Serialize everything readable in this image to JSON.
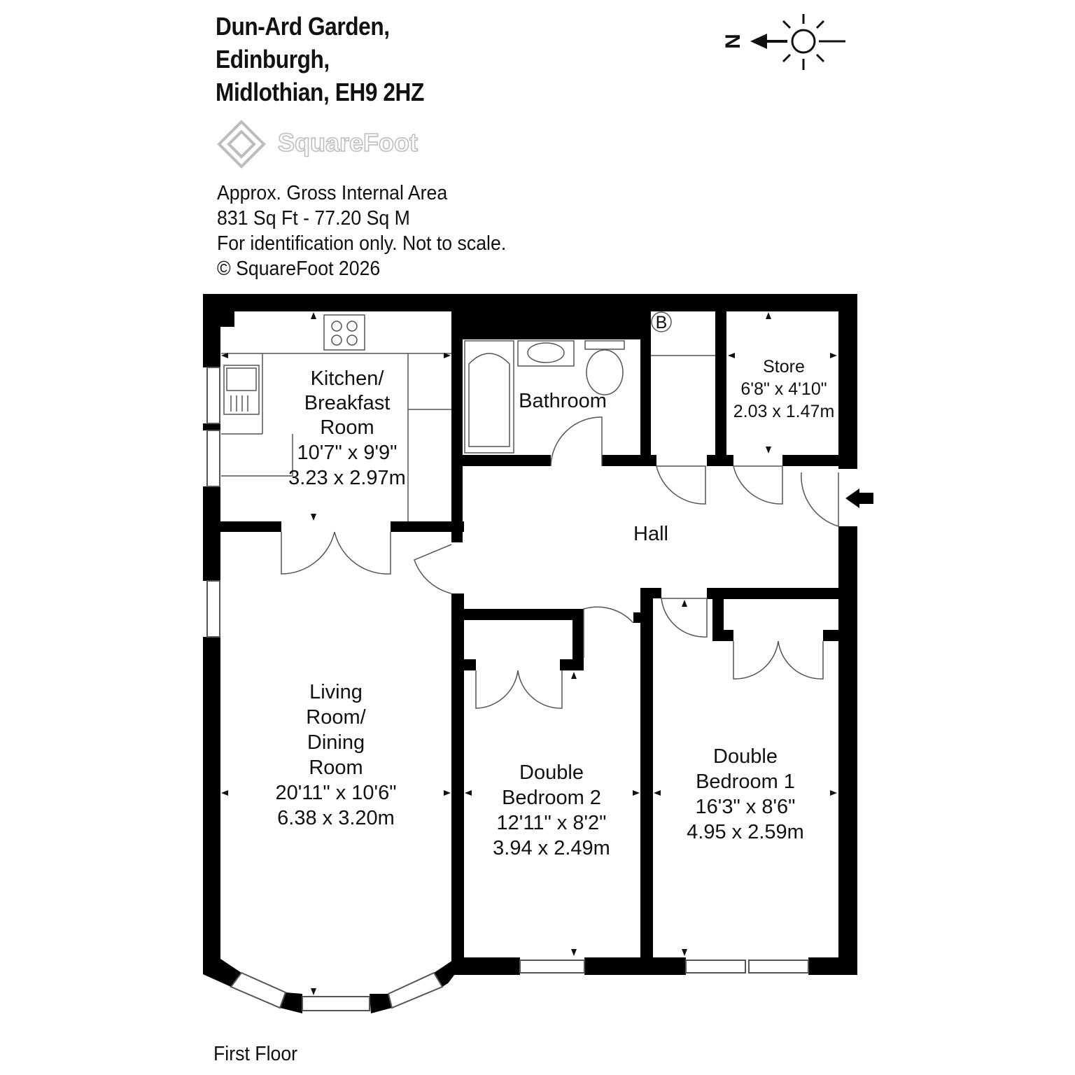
{
  "address": {
    "line1": "Dun-Ard Garden,",
    "line2": "Edinburgh,",
    "line3": "Midlothian, EH9 2HZ"
  },
  "logo": {
    "name": "SquareFoot"
  },
  "info": {
    "line1": "Approx. Gross Internal Area",
    "line2": "831 Sq Ft  -  77.20 Sq M",
    "line3": "For identification only. Not to scale.",
    "line4": "© SquareFoot 2026"
  },
  "compass": {
    "north_label": "N"
  },
  "rooms": {
    "kitchen": {
      "name1": "Kitchen/",
      "name2": "Breakfast",
      "name3": "Room",
      "imperial": "10'7\" x 9'9\"",
      "metric": "3.23 x 2.97m"
    },
    "bathroom": {
      "name1": "Bathroom"
    },
    "store": {
      "name1": "Store",
      "imperial": "6'8\" x 4'10\"",
      "metric": "2.03 x 1.47m"
    },
    "boiler": {
      "label": "B"
    },
    "hall": {
      "name1": "Hall"
    },
    "living": {
      "name1": "Living",
      "name2": "Room/",
      "name3": "Dining",
      "name4": "Room",
      "imperial": "20'11\" x 10'6\"",
      "metric": "6.38 x 3.20m"
    },
    "bedroom2": {
      "name1": "Double",
      "name2": "Bedroom 2",
      "imperial": "12'11\" x 8'2\"",
      "metric": "3.94 x 2.49m"
    },
    "bedroom1": {
      "name1": "Double",
      "name2": "Bedroom 1",
      "imperial": "16'3\" x 8'6\"",
      "metric": "4.95 x 2.59m"
    }
  },
  "floor_label": "First Floor",
  "colors": {
    "wall": "#000000",
    "fixture_line": "#555555",
    "logo": "#bdbdbd"
  }
}
